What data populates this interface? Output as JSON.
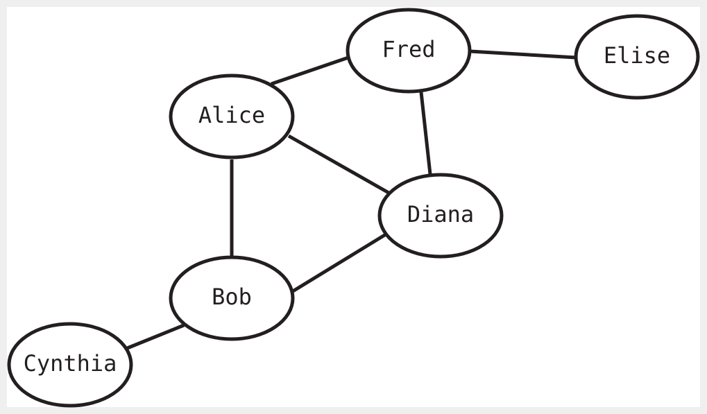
{
  "graph": {
    "nodes": [
      {
        "id": "fred",
        "label": "Fred"
      },
      {
        "id": "elise",
        "label": "Elise"
      },
      {
        "id": "alice",
        "label": "Alice"
      },
      {
        "id": "diana",
        "label": "Diana"
      },
      {
        "id": "bob",
        "label": "Bob"
      },
      {
        "id": "cynthia",
        "label": "Cynthia"
      }
    ],
    "edges": [
      {
        "from": "alice",
        "to": "fred"
      },
      {
        "from": "fred",
        "to": "elise"
      },
      {
        "from": "fred",
        "to": "diana"
      },
      {
        "from": "alice",
        "to": "diana"
      },
      {
        "from": "alice",
        "to": "bob"
      },
      {
        "from": "bob",
        "to": "diana"
      },
      {
        "from": "bob",
        "to": "cynthia"
      }
    ],
    "colors": {
      "stroke": "#231f20",
      "node_fill": "#ffffff",
      "background": "#efefef"
    }
  }
}
